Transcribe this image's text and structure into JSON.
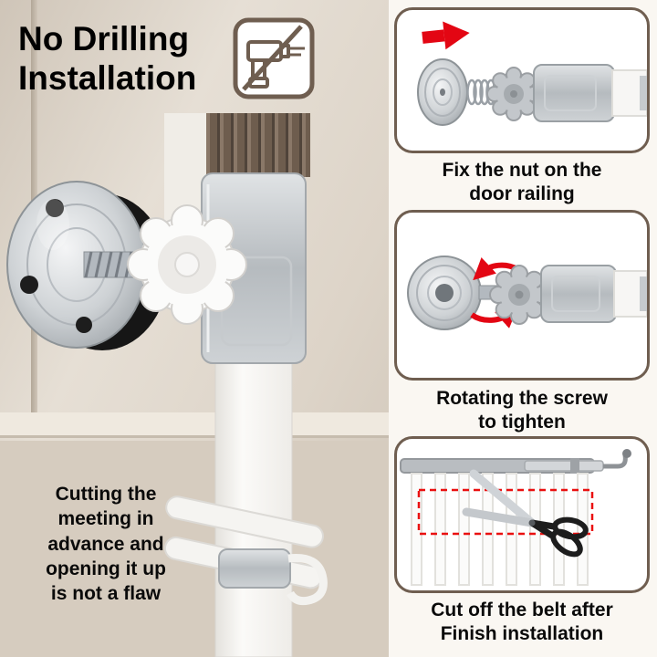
{
  "header": {
    "title_line1": "No Drilling",
    "title_line2": "Installation",
    "icon": "crossed-out-drill-icon"
  },
  "steps": [
    {
      "caption_line1": "Fix the nut on the",
      "caption_line2": "door railing",
      "icon": "red-arrow-right-icon"
    },
    {
      "caption_line1": "Rotating the screw",
      "caption_line2": "to tighten",
      "icon": "red-rotation-arrows-icon"
    },
    {
      "caption_line1": "Cut off the belt after",
      "caption_line2": "Finish installation",
      "icon": "scissors-icon"
    }
  ],
  "note": {
    "line1": "Cutting the",
    "line2": "meeting in",
    "line3": "advance and",
    "line4": "opening it up",
    "line5": "is not a flaw"
  },
  "colors": {
    "accent_red": "#e30613",
    "panel_border": "#6f5e50",
    "icon_brown": "#6f5e50",
    "wall_beige": "#ddd4c8",
    "text": "#0a0a0a"
  }
}
